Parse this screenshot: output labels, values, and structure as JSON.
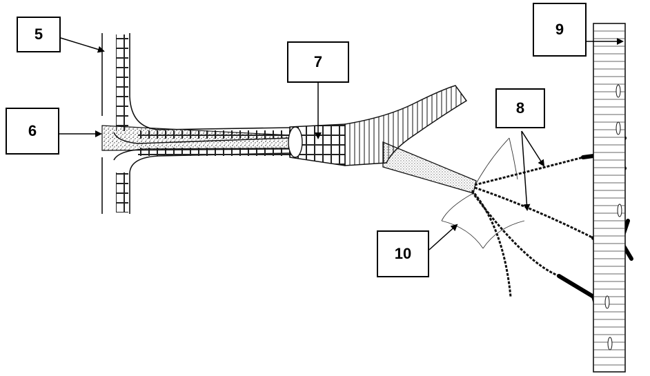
{
  "labels": {
    "l5": "5",
    "l6": "6",
    "l7": "7",
    "l8": "8",
    "l9": "9",
    "l10": "10"
  }
}
